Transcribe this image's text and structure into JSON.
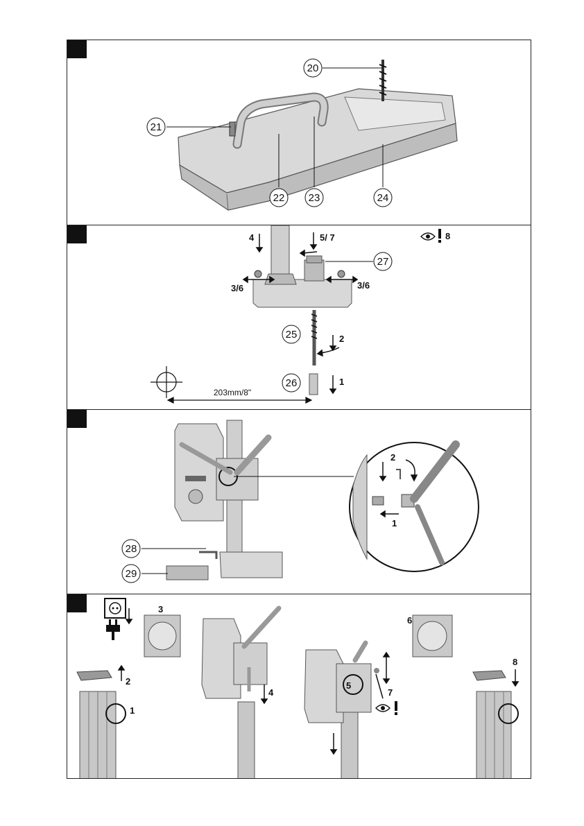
{
  "panels": [
    {
      "callouts": [
        "20",
        "21",
        "22",
        "23",
        "24"
      ]
    },
    {
      "callouts": [
        "25",
        "26",
        "27"
      ],
      "steps": {
        "s4": "4",
        "s57": "5/ 7",
        "s36a": "3/6",
        "s36b": "3/6",
        "s2": "2",
        "s1": "1",
        "s8": "8"
      },
      "dimension": "203mm/8\"",
      "icons": [
        "eye-icon",
        "exclamation-icon",
        "crosshair-icon"
      ]
    },
    {
      "callouts": [
        "28",
        "29"
      ],
      "steps": {
        "s2": "2",
        "s1": "1"
      }
    },
    {
      "steps": {
        "s1": "1",
        "s2": "2",
        "s3": "3",
        "s4": "4",
        "s5": "5",
        "s6": "6",
        "s7": "7",
        "s8": "8"
      },
      "icons": [
        "power-socket-icon",
        "plug-icon",
        "eye-icon",
        "exclamation-icon"
      ]
    }
  ]
}
